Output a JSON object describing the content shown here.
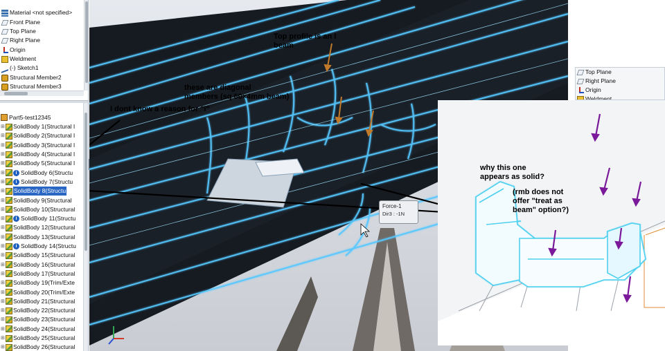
{
  "tree_top_items": [
    {
      "label": "Material <not specified>",
      "icon": "material-icon"
    },
    {
      "label": "Front Plane",
      "icon": "plane-icon"
    },
    {
      "label": "Top Plane",
      "icon": "plane-icon"
    },
    {
      "label": "Right Plane",
      "icon": "plane-icon"
    },
    {
      "label": "Origin",
      "icon": "origin-icon"
    },
    {
      "label": "Weldment",
      "icon": "weldment-icon"
    },
    {
      "label": "(-) Sketch1",
      "icon": "sketch-icon"
    },
    {
      "label": "Structural Member2",
      "icon": "structural-member-icon"
    },
    {
      "label": "Structural Member3",
      "icon": "structural-member-icon"
    }
  ],
  "tree_root": {
    "label": "Part5-test12345"
  },
  "solid_bodies": [
    {
      "label": "SolidBody 1(Structural I",
      "info": false,
      "selected": false
    },
    {
      "label": "SolidBody 2(Structural I",
      "info": false,
      "selected": false
    },
    {
      "label": "SolidBody 3(Structural I",
      "info": false,
      "selected": false
    },
    {
      "label": "SolidBody 4(Structural I",
      "info": false,
      "selected": false
    },
    {
      "label": "SolidBody 5(Structural I",
      "info": false,
      "selected": false
    },
    {
      "label": "SolidBody 6(Structu",
      "info": true,
      "selected": false
    },
    {
      "label": "SolidBody 7(Structu",
      "info": true,
      "selected": false
    },
    {
      "label": "SolidBody 8(Structu",
      "info": false,
      "selected": true
    },
    {
      "label": "SolidBody 9(Structural",
      "info": false,
      "selected": false
    },
    {
      "label": "SolidBody 10(Structural",
      "info": false,
      "selected": false
    },
    {
      "label": "SolidBody 11(Structu",
      "info": true,
      "selected": false
    },
    {
      "label": "SolidBody 12(Structural",
      "info": false,
      "selected": false
    },
    {
      "label": "SolidBody 13(Structural",
      "info": false,
      "selected": false
    },
    {
      "label": "SolidBody 14(Structu",
      "info": true,
      "selected": false
    },
    {
      "label": "SolidBody 15(Structural",
      "info": false,
      "selected": false
    },
    {
      "label": "SolidBody 16(Structural",
      "info": false,
      "selected": false
    },
    {
      "label": "SolidBody 17(Structural",
      "info": false,
      "selected": false
    },
    {
      "label": "SolidBody 19(Trim/Exte",
      "info": false,
      "selected": false
    },
    {
      "label": "SolidBody 20(Trim/Exte",
      "info": false,
      "selected": false
    },
    {
      "label": "SolidBody 21(Structural",
      "info": false,
      "selected": false
    },
    {
      "label": "SolidBody 22(Structural",
      "info": false,
      "selected": false
    },
    {
      "label": "SolidBody 23(Structural",
      "info": false,
      "selected": false
    },
    {
      "label": "SolidBody 24(Structural",
      "info": false,
      "selected": false
    },
    {
      "label": "SolidBody 25(Structural",
      "info": false,
      "selected": false
    },
    {
      "label": "SolidBody 26(Structural",
      "info": false,
      "selected": false
    }
  ],
  "annotations": {
    "top_profile": "Top profile is an I beam",
    "top_profile_l1": "Top profile is an I",
    "top_profile_l2": "beam",
    "diagonal_l1": "these are diagonal",
    "diagonal_l2": "members  (sq 60×4mm beam)",
    "diagonal_l3": "I dont know a reason for \"i\"",
    "solid_l1": "why this one",
    "solid_l2": "appears as solid?",
    "rmb_l1": "(rmb does not",
    "rmb_l2": "offer \"treat as",
    "rmb_l3": "beam\" option?)"
  },
  "force_tag": {
    "title": "Force-1",
    "dir": "Dir3 : -1N"
  },
  "mini_tree_items": [
    {
      "label": "Top Plane",
      "icon": "plane-icon"
    },
    {
      "label": "Right Plane",
      "icon": "plane-icon"
    },
    {
      "label": "Origin",
      "icon": "origin-icon"
    },
    {
      "label": "Weldment",
      "icon": "weldment-icon"
    }
  ],
  "colors": {
    "glow": "#5fd0ff",
    "beam_dark": "#1a1f26",
    "arrow_brown": "#c07a2a",
    "arrow_purple": "#7a1a9a",
    "selection": "#2a66c4"
  }
}
